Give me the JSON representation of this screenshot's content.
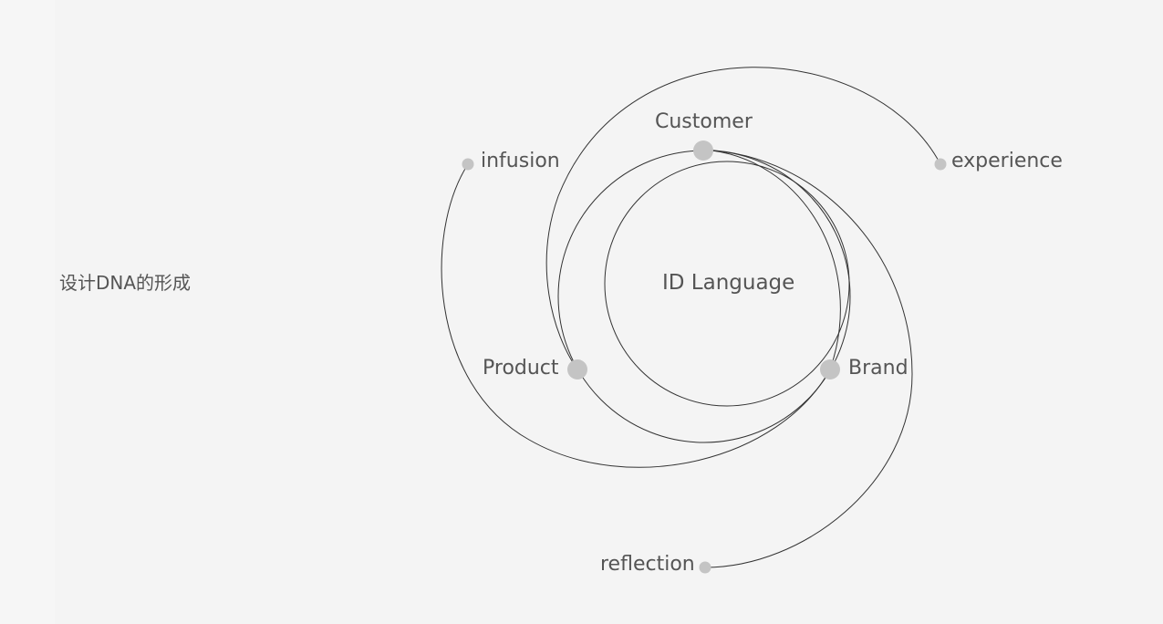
{
  "title": "设计DNA的形成",
  "center_label": "ID Language",
  "nodes": {
    "customer": "Customer",
    "product": "Product",
    "brand": "Brand"
  },
  "outer_nodes": {
    "infusion": "infusion",
    "experience": "experience",
    "reflection": "reflection"
  },
  "colors": {
    "line": "#333333",
    "dot": "#c4c4c4",
    "text": "#555555",
    "background": "#f4f4f4"
  }
}
